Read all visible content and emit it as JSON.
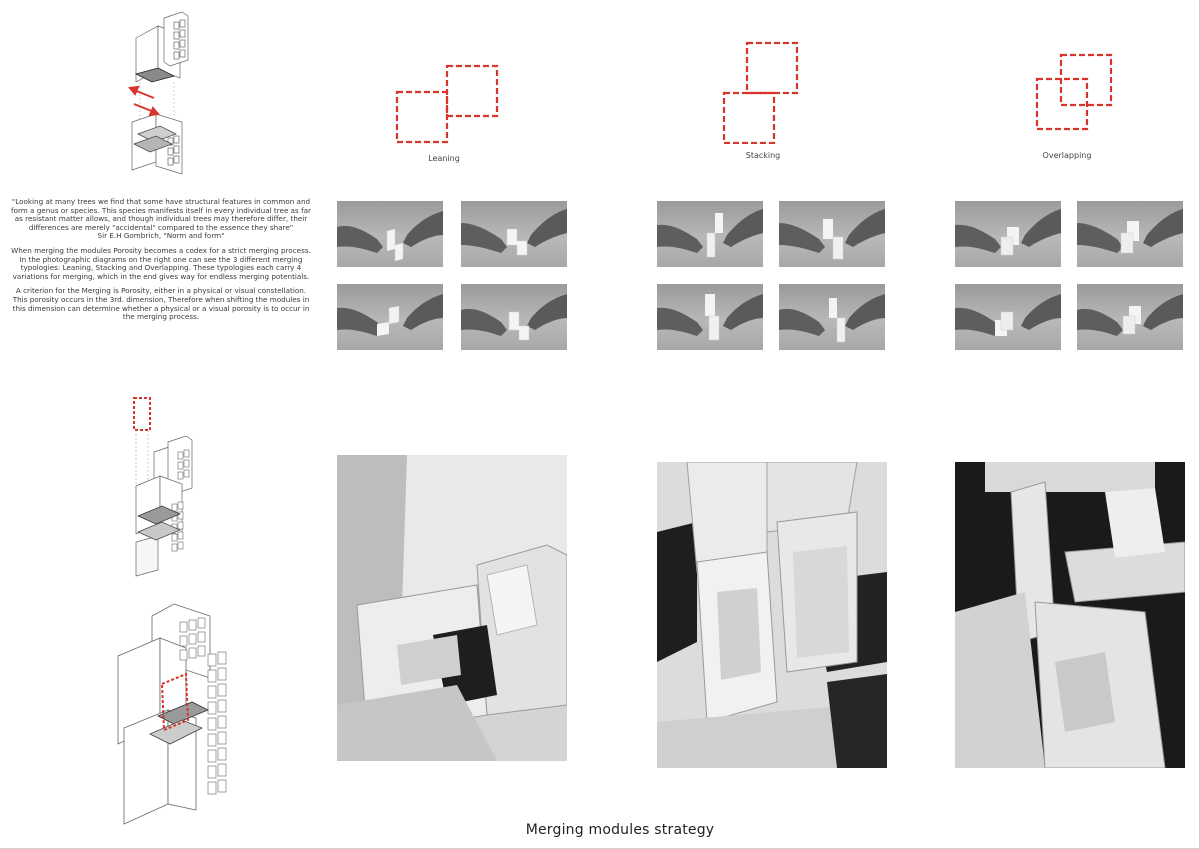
{
  "page": {
    "title": "Merging modules strategy"
  },
  "text": {
    "quote": "\"Looking at many trees we find that some have structural features in common and form a genus or species. This species manifests itself in every individual tree as far as resistant matter allows, and though individual trees may therefore differ, their differences are merely \"accidental\" compared to the essence they share\"",
    "attribution": "Sir E.H Gombrich, \"Norm and form\"",
    "para1": "When merging the modules Porosity becomes a codex for a strict merging process.",
    "para2": "In the photographic diagrams on the right one can see the 3 different merging typologies: Leaning, Stacking and Overlapping. These typologies each carry 4 variations for merging, which in the end gives way for endless merging potentials.",
    "para3": "A criterion for the Merging is Porosity, either in a physical or visual constellation. This porosity occurs in the 3rd. dimension, Therefore when shifting the modules in this dimension can determine whether a physical or a visual porosity is to occur in the merging process."
  },
  "typologies": [
    {
      "label": "Leaning"
    },
    {
      "label": "Stacking"
    },
    {
      "label": "Overlapping"
    }
  ],
  "colors": {
    "accent_red": "#d8342c",
    "line_gray": "#555555",
    "photo_dark": "#1e1e1e"
  }
}
